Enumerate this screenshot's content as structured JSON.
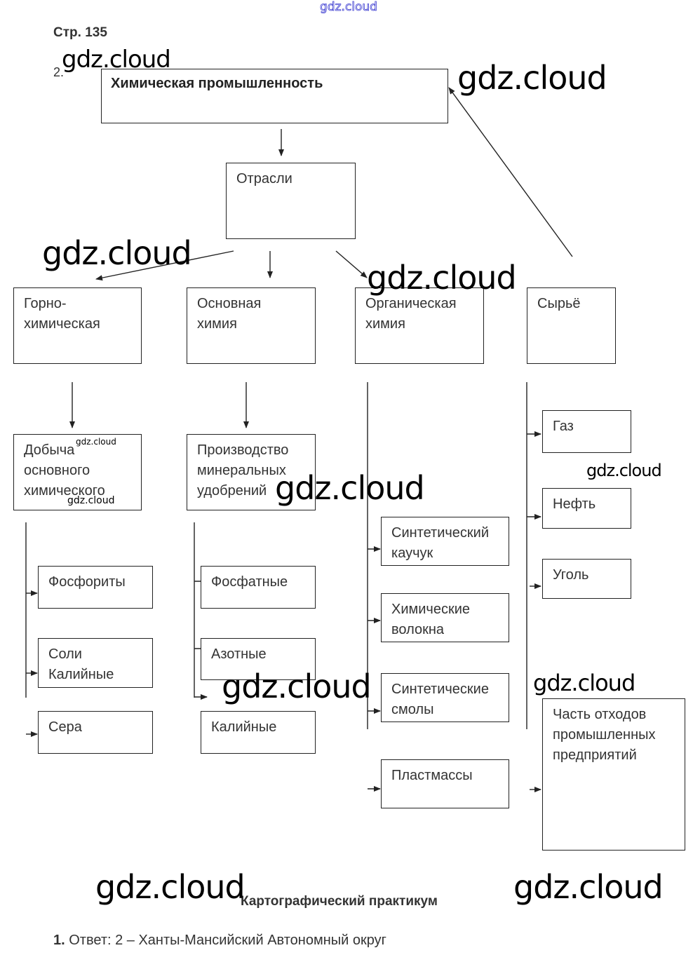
{
  "header": {
    "top_watermark": "gdz.cloud",
    "page_label": "Стр. 135",
    "task_number": "2."
  },
  "diagram": {
    "root": "Химическая промышленность",
    "branches_label": "Отрасли",
    "branches": [
      {
        "label": "Горно-\nхимическая",
        "sub": "Добыча\nосновного\nхимического",
        "items": [
          "Фосфориты",
          "Соли\nКалийные",
          "Сера"
        ]
      },
      {
        "label": "Основная\nхимия",
        "sub": "Производство\nминеральных\nудобрений",
        "items": [
          "Фосфатные",
          "Азотные",
          "Калийные"
        ]
      },
      {
        "label": "Органическая\nхимия",
        "items": [
          "Синтетический\nкаучук",
          "Химические\nволокна",
          "Синтетические\nсмолы",
          "Пластмассы"
        ]
      },
      {
        "label": "Сырьё",
        "items": [
          "Газ",
          "Нефть",
          "Уголь",
          "Часть отходов\nпромышленных\nпредприятий"
        ]
      }
    ]
  },
  "watermarks": {
    "text": "gdz.cloud"
  },
  "section2": {
    "title": "Картографический практикум",
    "answer_number": "1.",
    "answer_text": "Ответ: 2 – Ханты-Мансийский Автономный округ"
  }
}
